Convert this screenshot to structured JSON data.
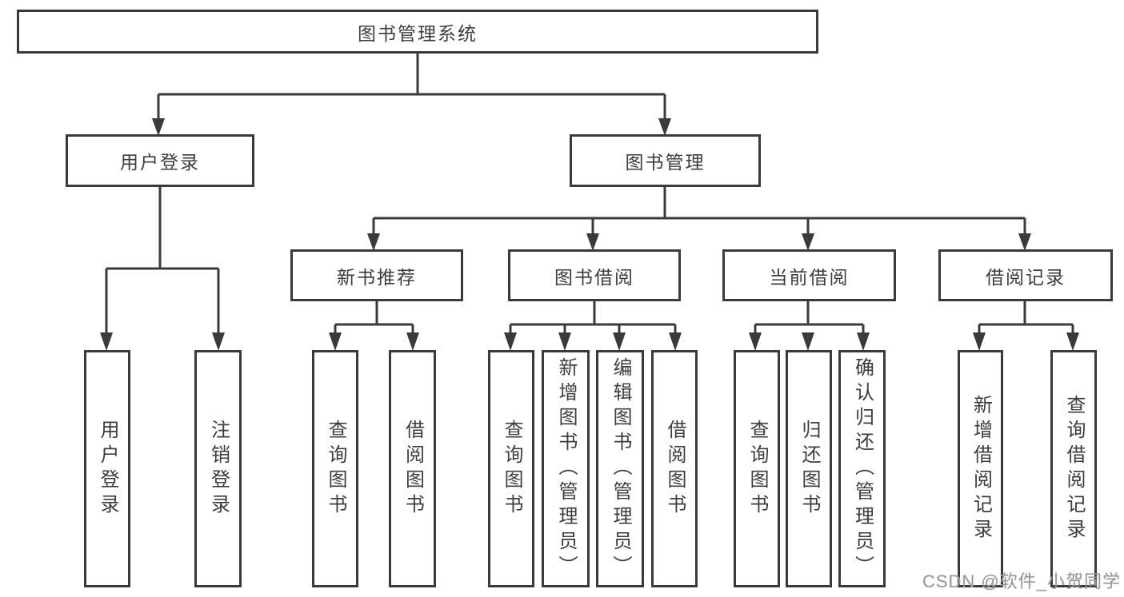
{
  "diagram": {
    "root": {
      "label": "图书管理系统"
    },
    "level2": [
      {
        "label": "用户登录"
      },
      {
        "label": "图书管理"
      }
    ],
    "level3": [
      {
        "label": "新书推荐"
      },
      {
        "label": "图书借阅"
      },
      {
        "label": "当前借阅"
      },
      {
        "label": "借阅记录"
      }
    ],
    "leaves": {
      "user": [
        "用户登录",
        "注销登录"
      ],
      "recommend": [
        "查询图书",
        "借阅图书"
      ],
      "borrow": [
        "查询图书",
        "新增图书（管理员）",
        "编辑图书（管理员）",
        "借阅图书"
      ],
      "current": [
        "查询图书",
        "归还图书",
        "确认归还（管理员）"
      ],
      "records": [
        "新增借阅记录",
        "查询借阅记录"
      ]
    },
    "line_color": "#3a3a3a"
  },
  "watermark": {
    "text": "CSDN @软件_小贺同学"
  }
}
